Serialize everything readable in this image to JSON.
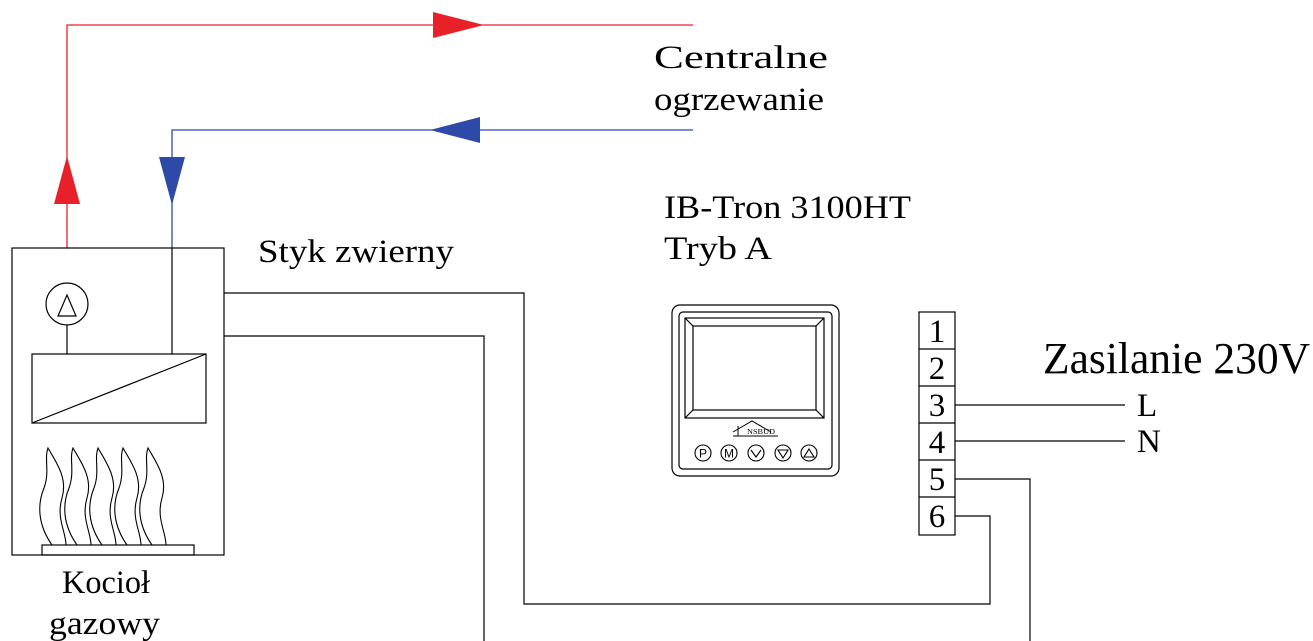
{
  "labels": {
    "central_heating_line1": "Centralne",
    "central_heating_line2": "ogrzewanie",
    "device_name": "IB-Tron 3100HT",
    "device_mode": "Tryb A",
    "contact": "Styk zwierny",
    "power": "Zasilanie 230V",
    "live": "L",
    "neutral": "N",
    "boiler_line1": "Kocioł",
    "boiler_line2": "gazowy",
    "logo_text": "NSBUD"
  },
  "terminals": [
    "1",
    "2",
    "3",
    "4",
    "5",
    "6"
  ],
  "thermostat_buttons": [
    "P",
    "M",
    "check",
    "down",
    "up"
  ],
  "colors": {
    "supply_pipe": "#e8202a",
    "return_pipe": "#2e4aa8",
    "wire": "#000000"
  }
}
